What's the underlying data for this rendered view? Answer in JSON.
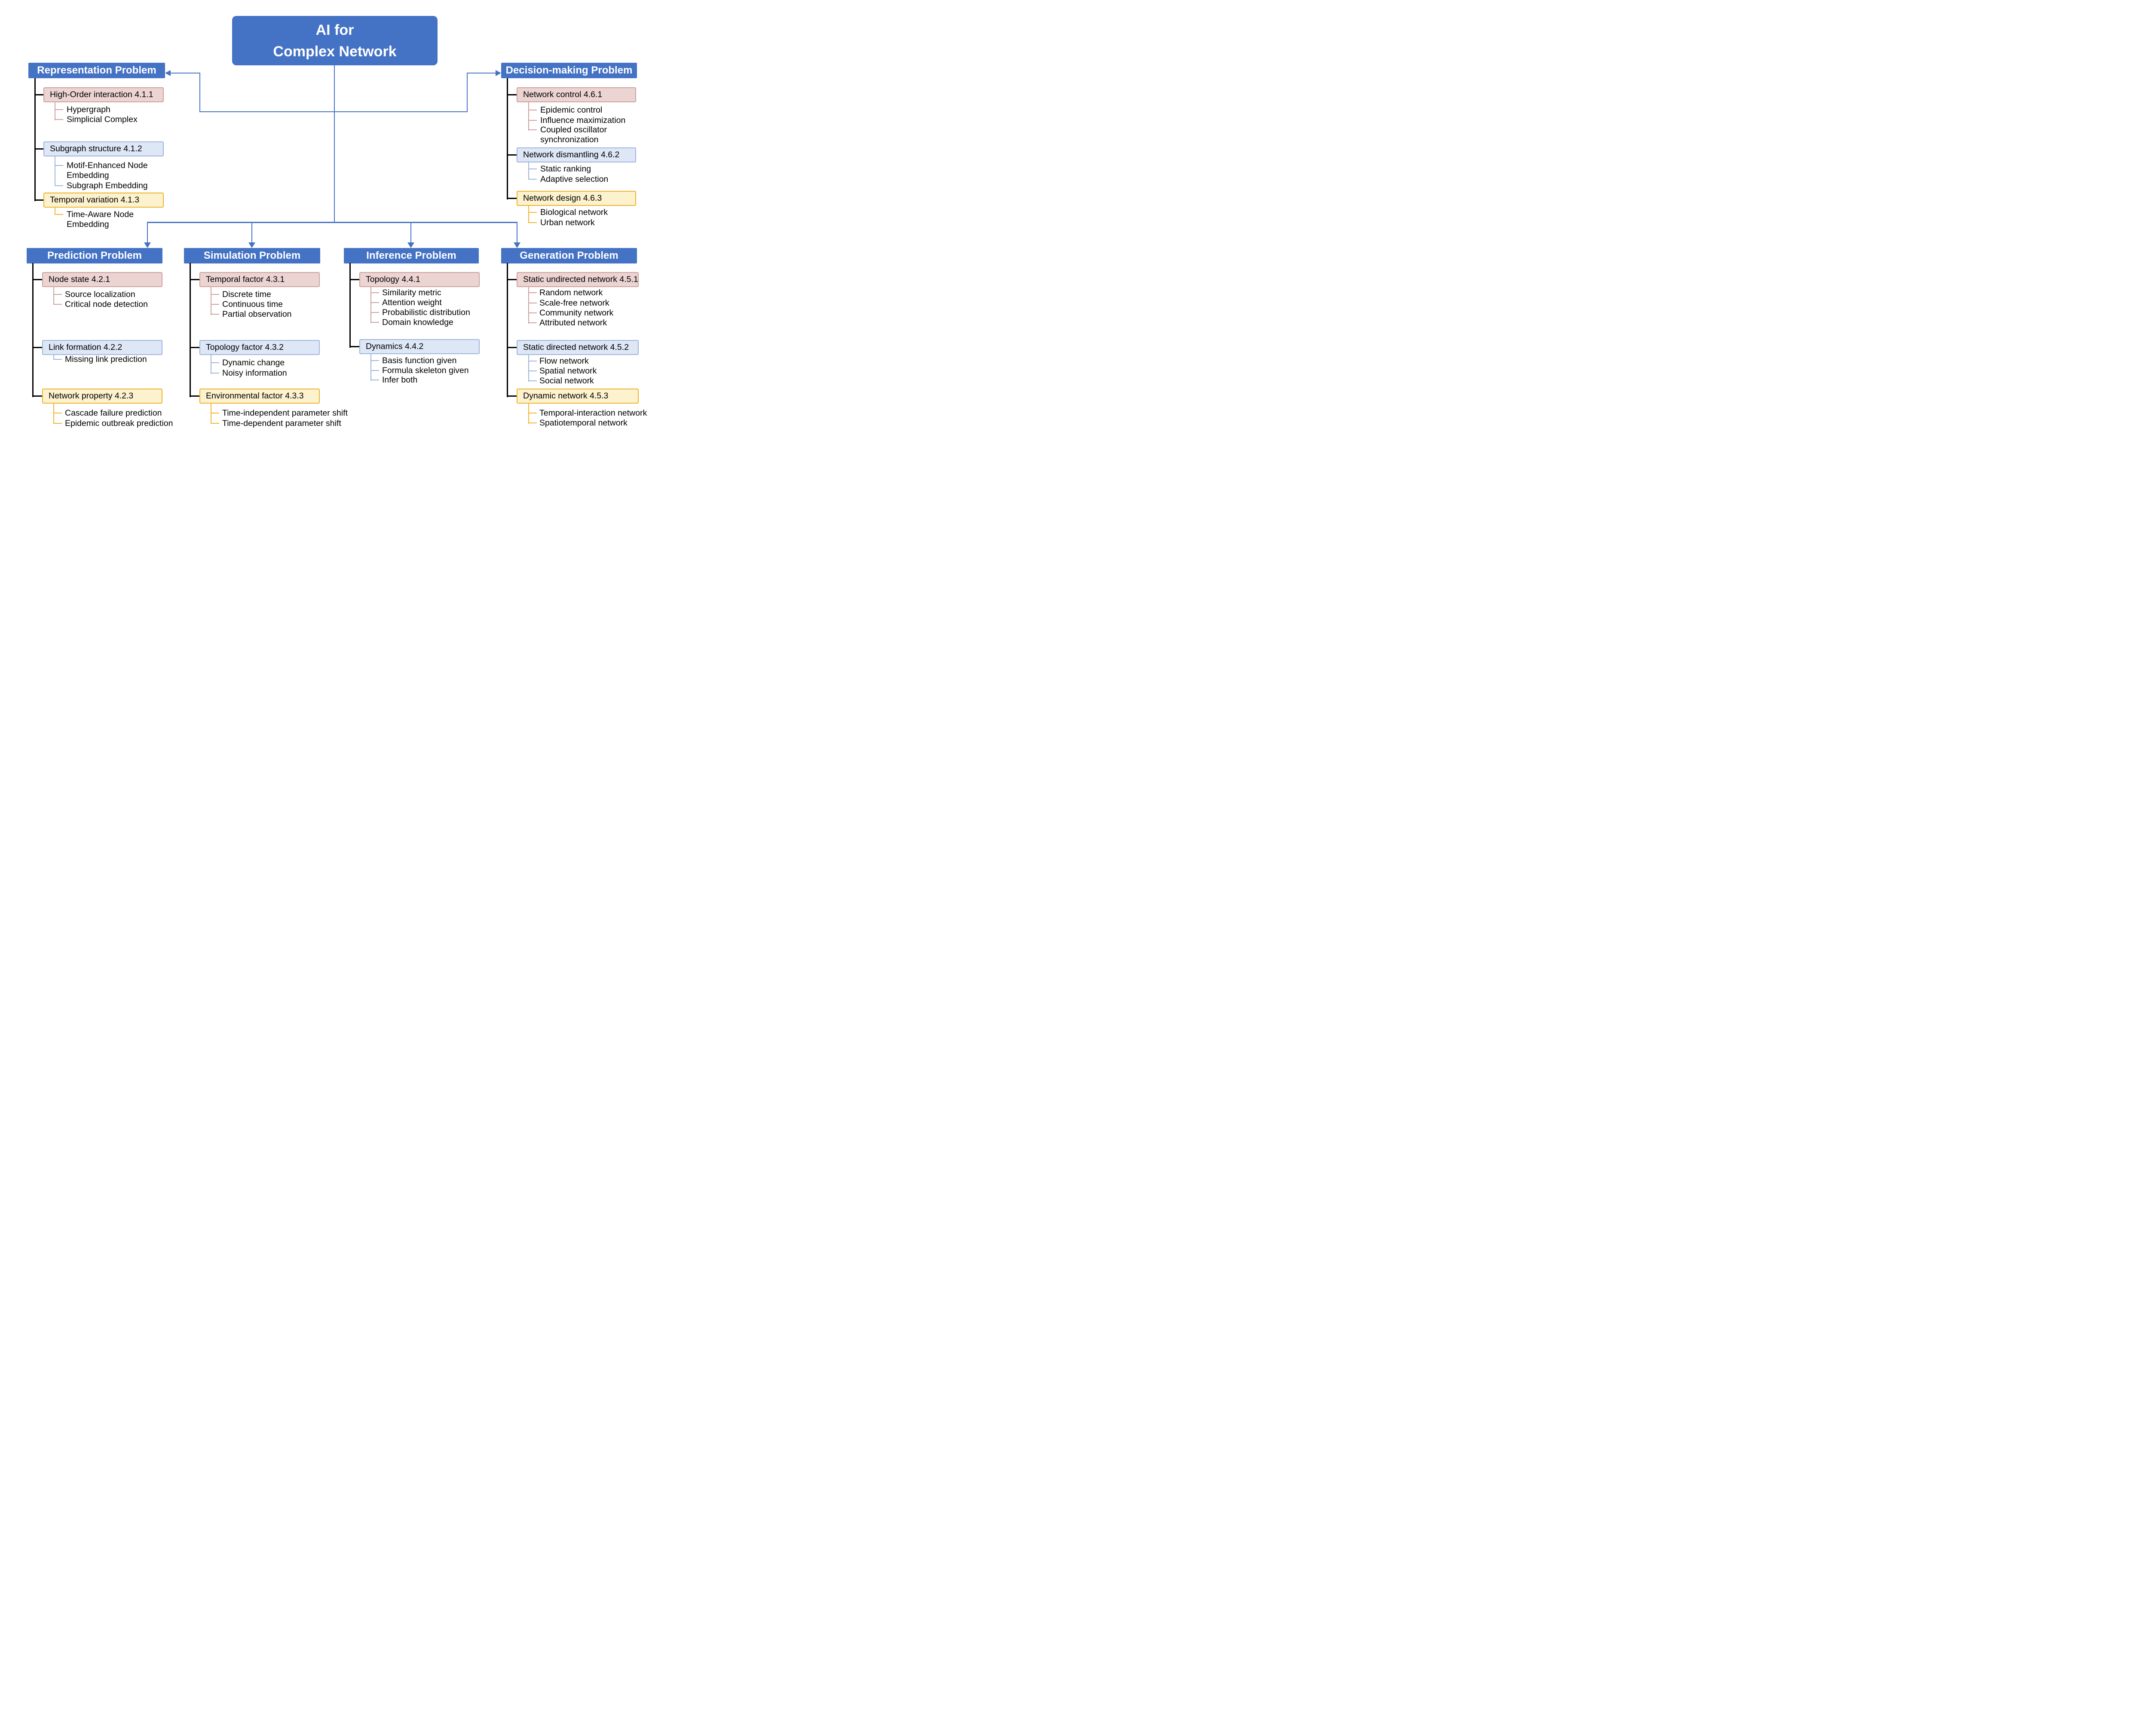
{
  "title": {
    "line1": "AI for",
    "line2": "Complex Network"
  },
  "colors": {
    "header_blue": "#4472C4",
    "pink_fill": "#EBD4D2",
    "pink_border": "#CDA29E",
    "light_blue_fill": "#DDE7F6",
    "light_blue_border": "#9FB5DA",
    "yellow_fill": "#FDF2CE",
    "yellow_border": "#ECB32B",
    "line_black": "#000000"
  },
  "sections": [
    {
      "label": "Representation Problem",
      "children": [
        {
          "label": "High-Order interaction 4.1.1",
          "tone": "pink",
          "leaves": [
            "Hypergraph",
            "Simplicial Complex"
          ]
        },
        {
          "label": "Subgraph structure 4.1.2",
          "tone": "blue",
          "leaves": [
            "Motif-Enhanced Node Embedding",
            "Subgraph Embedding"
          ]
        },
        {
          "label": "Temporal variation 4.1.3",
          "tone": "yellow",
          "leaves": [
            "Time-Aware Node Embedding"
          ]
        }
      ]
    },
    {
      "label": "Decision-making Problem",
      "children": [
        {
          "label": "Network control 4.6.1",
          "tone": "pink",
          "leaves": [
            "Epidemic control",
            "Influence maximization",
            "Coupled oscillator synchronization"
          ]
        },
        {
          "label": "Network dismantling 4.6.2",
          "tone": "blue",
          "leaves": [
            "Static ranking",
            "Adaptive selection"
          ]
        },
        {
          "label": "Network design 4.6.3",
          "tone": "yellow",
          "leaves": [
            "Biological network",
            "Urban network"
          ]
        }
      ]
    },
    {
      "label": "Prediction Problem",
      "children": [
        {
          "label": "Node state 4.2.1",
          "tone": "pink",
          "leaves": [
            "Source localization",
            "Critical node detection"
          ]
        },
        {
          "label": "Link formation  4.2.2",
          "tone": "blue",
          "leaves": [
            "Missing link prediction"
          ]
        },
        {
          "label": "Network property 4.2.3",
          "tone": "yellow",
          "leaves": [
            "Cascade failure prediction",
            "Epidemic outbreak prediction"
          ]
        }
      ]
    },
    {
      "label": "Simulation Problem",
      "children": [
        {
          "label": "Temporal factor 4.3.1",
          "tone": "pink",
          "leaves": [
            "Discrete time",
            "Continuous time",
            "Partial observation"
          ]
        },
        {
          "label": "Topology factor 4.3.2",
          "tone": "blue",
          "leaves": [
            "Dynamic change",
            "Noisy information"
          ]
        },
        {
          "label": "Environmental factor 4.3.3",
          "tone": "yellow",
          "leaves": [
            "Time-independent parameter shift",
            "Time-dependent parameter shift"
          ]
        }
      ]
    },
    {
      "label": "Inference Problem",
      "children": [
        {
          "label": "Topology 4.4.1",
          "tone": "pink",
          "leaves": [
            "Similarity metric",
            "Attention weight",
            "Probabilistic distribution",
            "Domain knowledge"
          ]
        },
        {
          "label": "Dynamics 4.4.2",
          "tone": "blue",
          "leaves": [
            "Basis function given",
            "Formula skeleton given",
            "Infer both"
          ]
        }
      ]
    },
    {
      "label": "Generation Problem",
      "children": [
        {
          "label": "Static undirected network 4.5.1",
          "tone": "pink",
          "leaves": [
            "Random network",
            "Scale-free network",
            "Community network",
            "Attributed network"
          ]
        },
        {
          "label": "Static directed network 4.5.2",
          "tone": "blue",
          "leaves": [
            "Flow network",
            "Spatial network",
            "Social network"
          ]
        },
        {
          "label": "Dynamic network 4.5.3",
          "tone": "yellow",
          "leaves": [
            "Temporal-interaction network",
            "Spatiotemporal network"
          ]
        }
      ]
    }
  ]
}
